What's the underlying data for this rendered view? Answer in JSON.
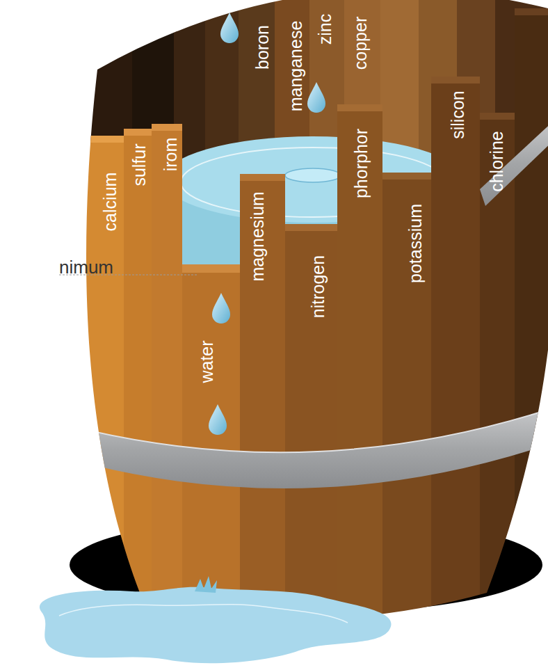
{
  "diagram": {
    "labels": [
      "boron",
      "manganese",
      "zinc",
      "copper",
      "calcium",
      "sulfur",
      "irom",
      "phorphor",
      "silicon",
      "chlorine",
      "nimum",
      "magnesium",
      "nitrogen",
      "potassium",
      "water"
    ]
  }
}
